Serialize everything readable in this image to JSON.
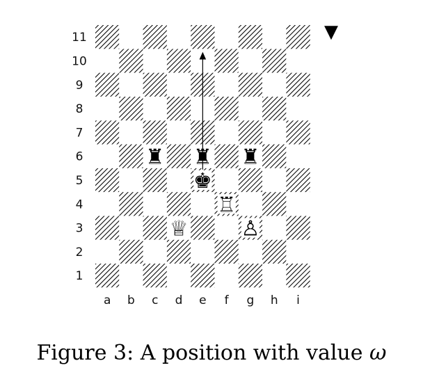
{
  "board": {
    "files": [
      "a",
      "b",
      "c",
      "d",
      "e",
      "f",
      "g",
      "h",
      "i"
    ],
    "ranks": [
      "1",
      "2",
      "3",
      "4",
      "5",
      "6",
      "7",
      "8",
      "9",
      "10",
      "11"
    ],
    "turn_marker": "▼",
    "pieces": [
      {
        "square": "c6",
        "glyph": "♜",
        "kind": "black-rook"
      },
      {
        "square": "e6",
        "glyph": "♜",
        "kind": "black-rook"
      },
      {
        "square": "g6",
        "glyph": "♜",
        "kind": "black-rook"
      },
      {
        "square": "e5",
        "glyph": "♚",
        "kind": "black-king"
      },
      {
        "square": "f4",
        "glyph": "♖",
        "kind": "white-rook"
      },
      {
        "square": "d3",
        "glyph": "♕",
        "kind": "white-queen"
      },
      {
        "square": "g3",
        "glyph": "♙",
        "kind": "white-pawn"
      }
    ],
    "move_arrow": {
      "from": "e5",
      "to": "e10"
    }
  },
  "caption": {
    "text": "Figure 3: A position with value ",
    "symbol": "ω"
  }
}
